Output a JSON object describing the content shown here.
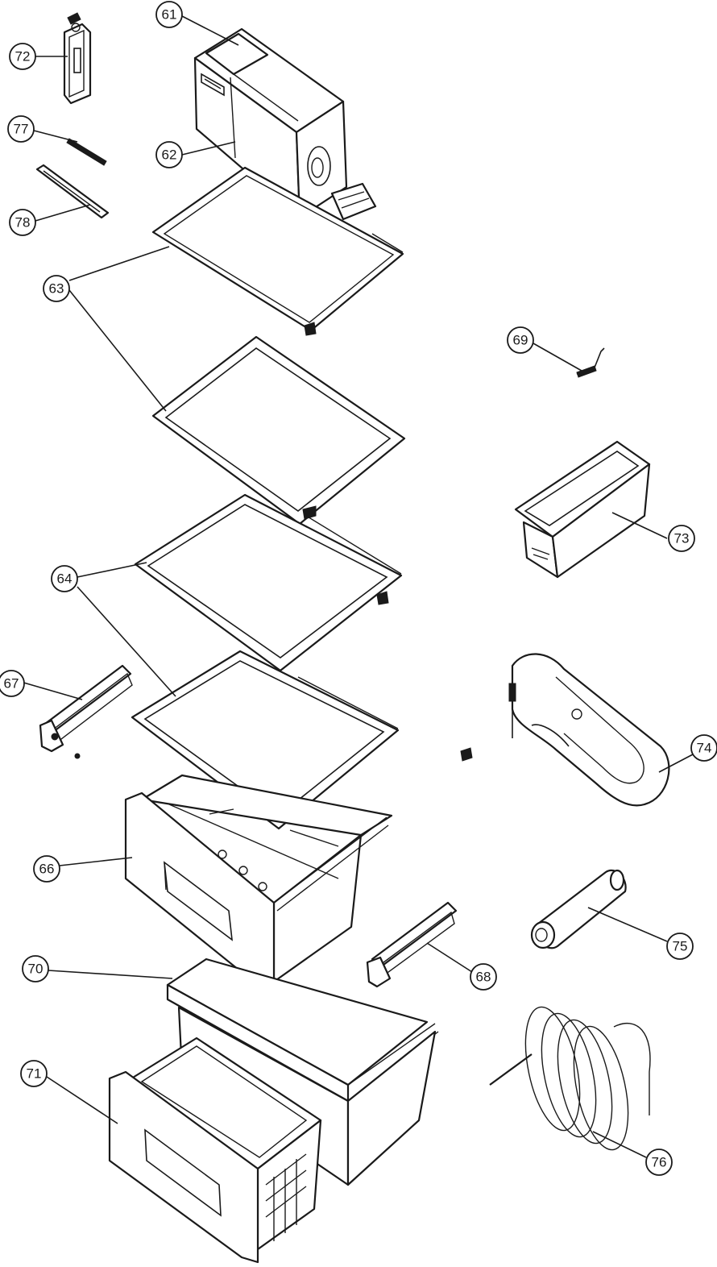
{
  "callouts": {
    "c61": "61",
    "c62": "62",
    "c63": "63",
    "c64": "64",
    "c66": "66",
    "c67": "67",
    "c68": "68",
    "c69": "69",
    "c70": "70",
    "c71": "71",
    "c72": "72",
    "c73": "73",
    "c74": "74",
    "c75": "75",
    "c76": "76",
    "c77": "77",
    "c78": "78"
  }
}
